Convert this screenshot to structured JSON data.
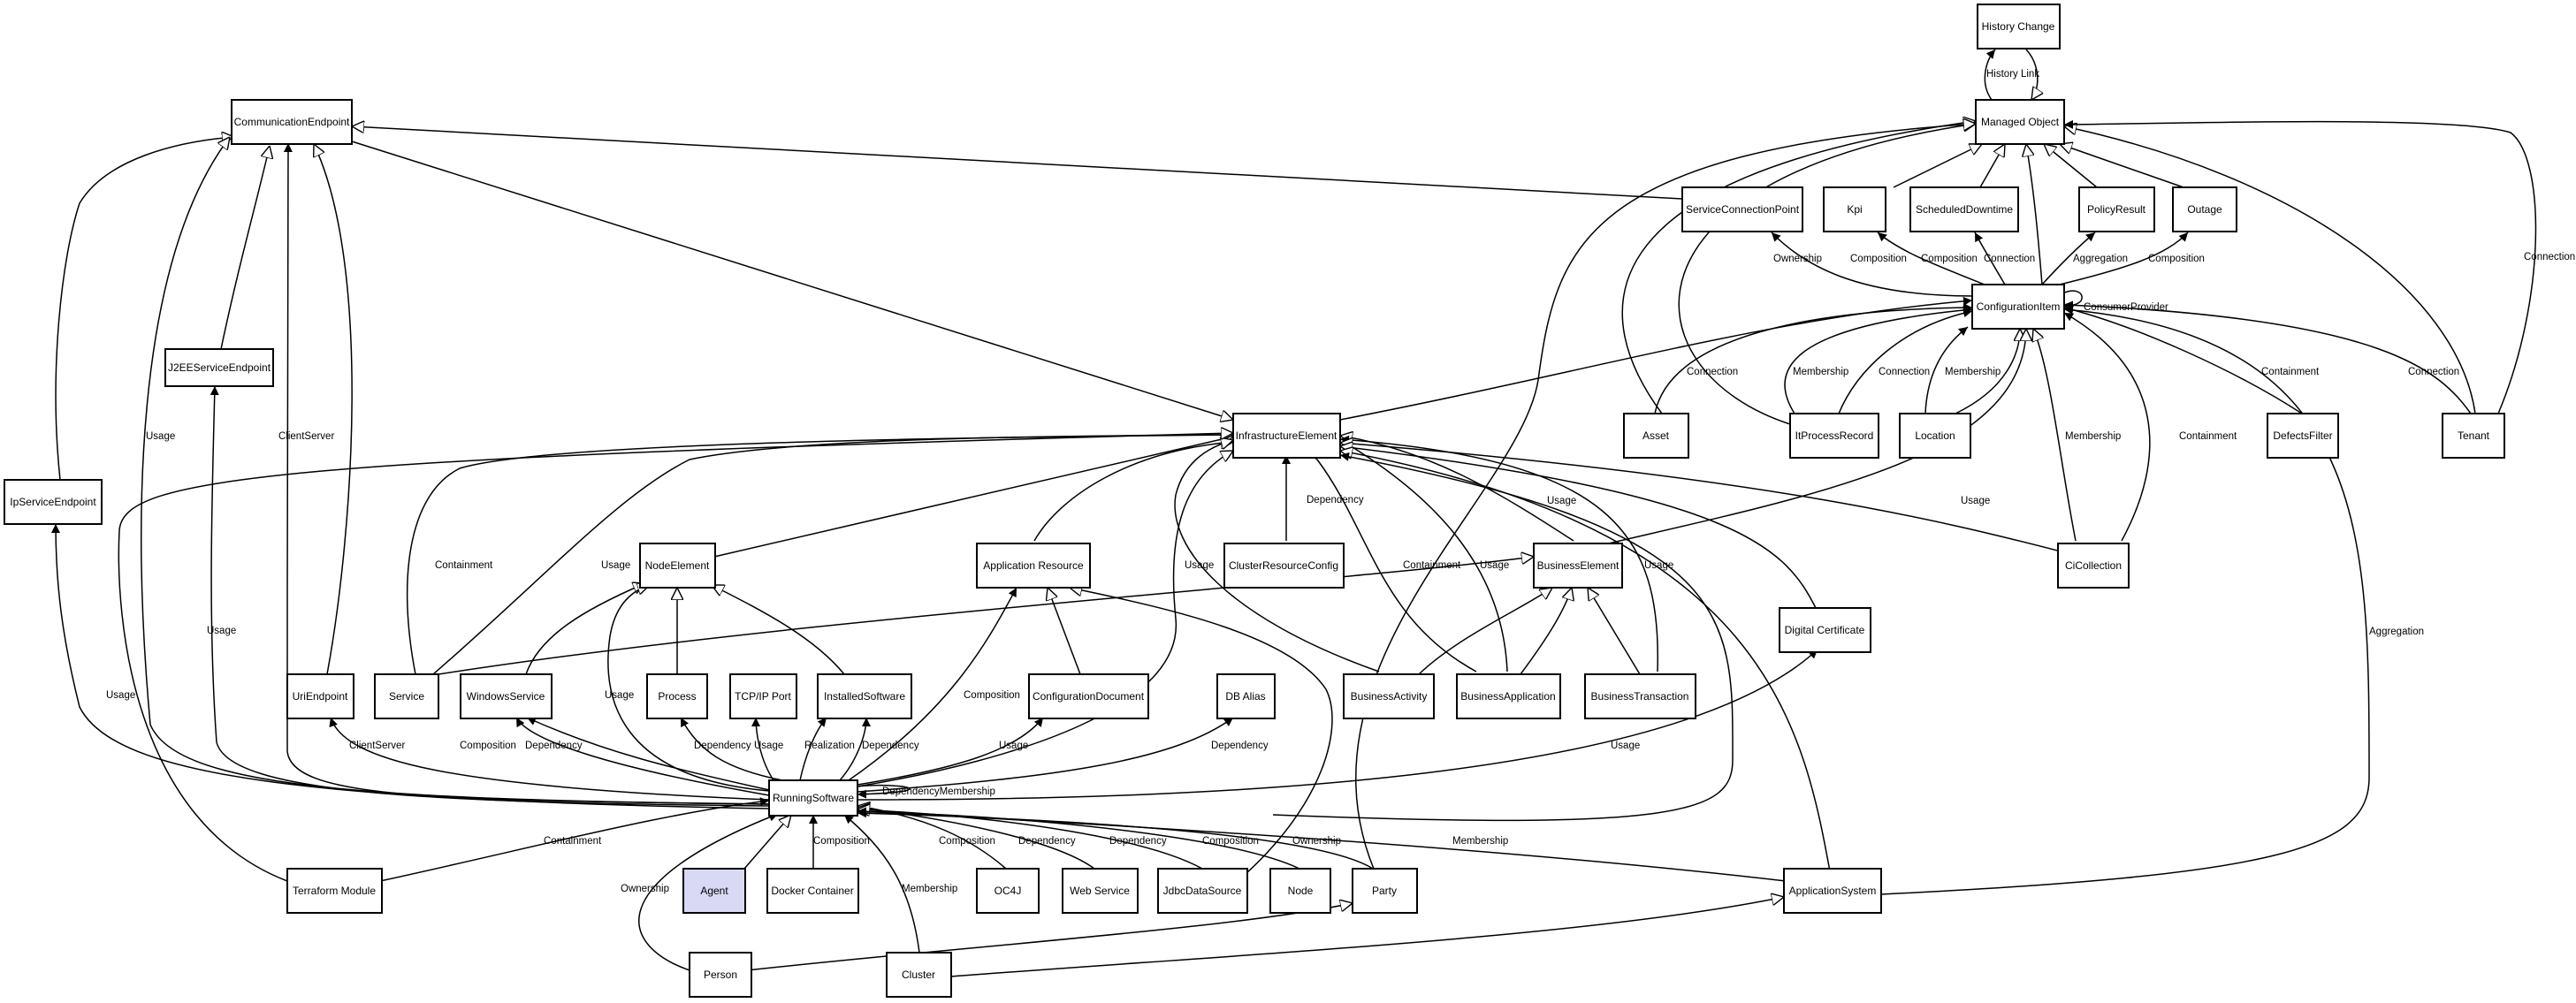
{
  "diagram_title": "",
  "nodes": {
    "history_change": "History Change",
    "managed_object": "Managed Object",
    "communication_endpoint": "CommunicationEndpoint",
    "service_connection_point": "ServiceConnectionPoint",
    "kpi": "Kpi",
    "scheduled_downtime": "ScheduledDowntime",
    "policy_result": "PolicyResult",
    "outage": "Outage",
    "configuration_item": "ConfigurationItem",
    "j2ee_service_endpoint": "J2EEServiceEndpoint",
    "ip_service_endpoint": "IpServiceEndpoint",
    "infrastructure_element": "InfrastructureElement",
    "asset": "Asset",
    "it_process_record": "ItProcessRecord",
    "location": "Location",
    "defects_filter": "DefectsFilter",
    "tenant": "Tenant",
    "node_element": "NodeElement",
    "application_resource": "Application Resource",
    "cluster_resource_config": "ClusterResourceConfig",
    "business_element": "BusinessElement",
    "ci_collection": "CiCollection",
    "digital_certificate": "Digital Certificate",
    "uri_endpoint": "UriEndpoint",
    "service": "Service",
    "windows_service": "WindowsService",
    "process": "Process",
    "tcpip_port": "TCP/IP Port",
    "installed_software": "InstalledSoftware",
    "configuration_document": "ConfigurationDocument",
    "db_alias": "DB Alias",
    "business_activity": "BusinessActivity",
    "business_application": "BusinessApplication",
    "business_transaction": "BusinessTransaction",
    "running_software": "RunningSoftware",
    "terraform_module": "Terraform Module",
    "agent": "Agent",
    "docker_container": "Docker Container",
    "oc4j": "OC4J",
    "web_service": "Web Service",
    "jdbc_data_source": "JdbcDataSource",
    "node": "Node",
    "party": "Party",
    "application_system": "ApplicationSystem",
    "person": "Person",
    "cluster": "Cluster"
  },
  "edge_labels": {
    "history_link": "History Link",
    "connection": "Connection",
    "composition": "Composition",
    "ownership": "Ownership",
    "aggregation": "Aggregation",
    "consumer_provider": "ConsumerProvider",
    "membership": "Membership",
    "containment": "Containment",
    "usage": "Usage",
    "client_server": "ClientServer",
    "dependency": "Dependency",
    "realization": "Realization",
    "dependency_membership": "DependencyMembership"
  }
}
